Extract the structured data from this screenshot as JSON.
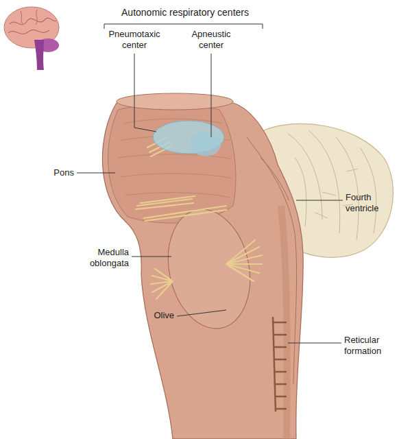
{
  "diagram": {
    "labels": [
      "Autonomic respiratory centers",
      "Pneumotaxic center",
      "Apneustic center",
      "Pons",
      "Fourth ventricle",
      "Medulla oblongata",
      "Olive",
      "Reticular formation"
    ]
  }
}
